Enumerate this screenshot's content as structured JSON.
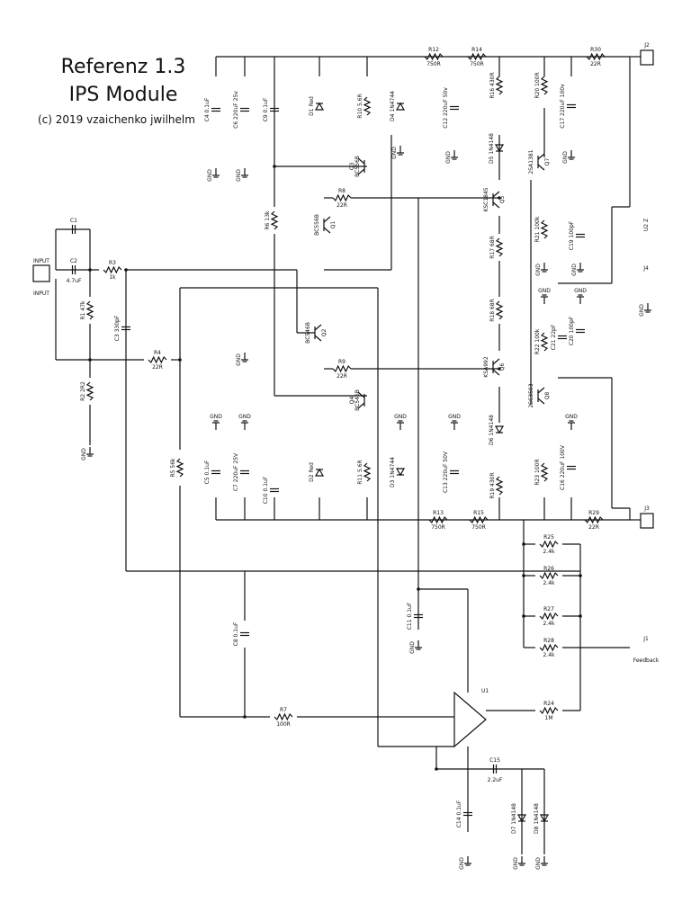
{
  "title": {
    "line1": "Referenz 1.3",
    "line2": "IPS Module",
    "line3": "(c) 2019 vzaichenko jwilhelm"
  },
  "parts": {
    "R12": {
      "ref": "R12",
      "val": "750R"
    },
    "R14": {
      "ref": "R14",
      "val": "750R"
    },
    "R30": {
      "ref": "R30",
      "val": "22R"
    },
    "R13": {
      "ref": "R13",
      "val": "750R"
    },
    "R15": {
      "ref": "R15",
      "val": "750R"
    },
    "R29": {
      "ref": "R29",
      "val": "22R"
    },
    "R3": {
      "ref": "R3",
      "val": "1k"
    },
    "R4": {
      "ref": "R4",
      "val": "22R"
    },
    "R8": {
      "ref": "R8",
      "val": "22R"
    },
    "R9": {
      "ref": "R9",
      "val": "22R"
    },
    "R7": {
      "ref": "R7",
      "val": "100R"
    },
    "R24": {
      "ref": "R24",
      "val": "1M"
    },
    "R25": {
      "ref": "R25",
      "val": "2.4k"
    },
    "R26": {
      "ref": "R26",
      "val": "2.4k"
    },
    "R27": {
      "ref": "R27",
      "val": "2.4k"
    },
    "R28": {
      "ref": "R28",
      "val": "2.4k"
    },
    "R1": {
      "ref": "R1",
      "val": "47k"
    },
    "R2": {
      "ref": "R2",
      "val": "2R2"
    },
    "R5": {
      "ref": "R5",
      "val": "56k"
    },
    "R6": {
      "ref": "R6",
      "val": "13k"
    },
    "R10": {
      "ref": "R10",
      "val": "5.6R"
    },
    "R11": {
      "ref": "R11",
      "val": "5.6R"
    },
    "R16": {
      "ref": "R16",
      "val": "430R"
    },
    "R17": {
      "ref": "R17",
      "val": "68R"
    },
    "R18": {
      "ref": "R18",
      "val": "68R"
    },
    "R19": {
      "ref": "R19",
      "val": "430R"
    },
    "R20": {
      "ref": "R20",
      "val": "100R"
    },
    "R21": {
      "ref": "R21",
      "val": "100k"
    },
    "R22": {
      "ref": "R22",
      "val": "100k"
    },
    "R23": {
      "ref": "R23",
      "val": "100R"
    },
    "C1": {
      "ref": "C1",
      "val": ""
    },
    "C2": {
      "ref": "C2",
      "val": "4.7uF"
    },
    "C3": {
      "ref": "C3",
      "val": "330pF"
    },
    "C4": {
      "ref": "C4",
      "val": "0.1uF"
    },
    "C5": {
      "ref": "C5",
      "val": "0.1uF"
    },
    "C6": {
      "ref": "C6",
      "val": "220uF 25v"
    },
    "C7": {
      "ref": "C7",
      "val": "220uF 25V"
    },
    "C8": {
      "ref": "C8",
      "val": "0.1uF"
    },
    "C9": {
      "ref": "C9",
      "val": "0.1uF"
    },
    "C10": {
      "ref": "C10",
      "val": "0.1uF"
    },
    "C11": {
      "ref": "C11",
      "val": "0.1uF"
    },
    "C12": {
      "ref": "C12",
      "val": "220uF 50v"
    },
    "C13": {
      "ref": "C13",
      "val": "220uF 50V"
    },
    "C14": {
      "ref": "C14",
      "val": "0.1uF"
    },
    "C15": {
      "ref": "C15",
      "val": "2.2uF"
    },
    "C16": {
      "ref": "C16",
      "val": "220uF 100V"
    },
    "C17": {
      "ref": "C17",
      "val": "220uF 100v"
    },
    "C19": {
      "ref": "C19",
      "val": "100pF"
    },
    "C20": {
      "ref": "C20",
      "val": "100pF"
    },
    "C21": {
      "ref": "C21",
      "val": "22pF"
    },
    "D1": {
      "ref": "D1",
      "val": "Red"
    },
    "D2": {
      "ref": "D2",
      "val": "Red"
    },
    "D3": {
      "ref": "D3",
      "val": "1N4744"
    },
    "D4": {
      "ref": "D4",
      "val": "1N4744"
    },
    "D5": {
      "ref": "D5",
      "val": "1N4148"
    },
    "D6": {
      "ref": "D6",
      "val": "1N4148"
    },
    "D7": {
      "ref": "D7",
      "val": "1N4148"
    },
    "D8": {
      "ref": "D8",
      "val": "1N4148"
    },
    "Q1": {
      "ref": "Q1",
      "val": "BC556B"
    },
    "Q2": {
      "ref": "Q2",
      "val": "BC546B"
    },
    "Q3": {
      "ref": "Q3",
      "val": "BC556B"
    },
    "Q4": {
      "ref": "Q4",
      "val": "BC546B"
    },
    "Q5": {
      "ref": "Q5",
      "val": "KSC1845"
    },
    "Q6": {
      "ref": "Q6",
      "val": "KSA992"
    },
    "Q7": {
      "ref": "Q7",
      "val": "2SA1381"
    },
    "Q8": {
      "ref": "Q8",
      "val": "2SC3503"
    },
    "U1": {
      "ref": "U1",
      "val": ""
    },
    "U2": {
      "ref": "U2",
      "val": "Z"
    }
  },
  "connectors": {
    "input_label": "INPUT",
    "input_label2": "INPUT",
    "j1": "J1",
    "j1_name": "Feedback",
    "j2": "J2",
    "j3": "J3",
    "j4": "J4",
    "gnd": "GND"
  }
}
